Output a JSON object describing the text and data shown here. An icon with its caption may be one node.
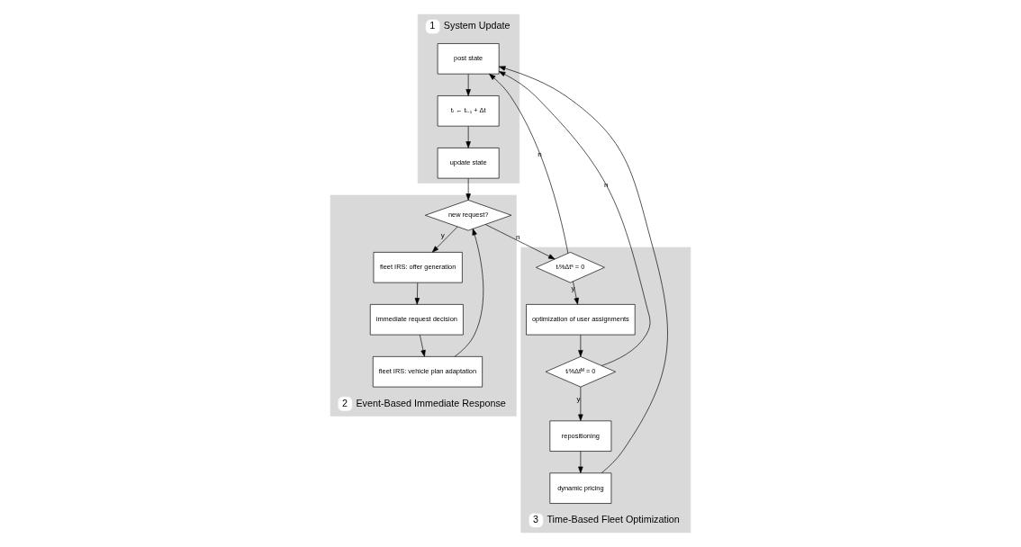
{
  "diagram": {
    "nodes": [
      {
        "text": [
          "1",
          "System Update"
        ]
      },
      {
        "text": [
          "post state"
        ],
        "in": 0
      },
      {
        "text": [
          "tᵢ ← tᵢ₋₁ + Δt"
        ],
        "in": 0
      },
      {
        "text": [
          "update state"
        ],
        "in": 0
      },
      {
        "text": [
          "2",
          "Event-Based Immediate Response"
        ]
      },
      {
        "text": [
          "new request?"
        ],
        "in": 4
      },
      {
        "text": [
          "fleet IRS: vehicle plan adaptation"
        ],
        "in": 4
      },
      {
        "text": [
          "immediate request decision"
        ],
        "in": 4
      },
      {
        "text": [
          "fleet IRS: offer generation"
        ],
        "in": 4
      },
      {
        "text": [
          "3",
          "Time-Based Fleet Optimization"
        ]
      },
      {
        "text": [
          "tᵢ%Δtˢ = 0"
        ],
        "in": 9
      },
      {
        "text": [
          "optimization of user assignments"
        ],
        "in": 9
      },
      {
        "text": [
          "tᵢ%Δtᴹ = 0"
        ],
        "in": 9
      },
      {
        "text": [
          "repositioning"
        ],
        "in": 9
      },
      {
        "text": [
          "dynamic pricing"
        ],
        "in": 9
      }
    ],
    "edges": [
      {
        "from": 1,
        "to": 2,
        "arrow": "to"
      },
      {
        "from": 2,
        "to": 3,
        "arrow": "to"
      },
      {
        "from": 3,
        "to": 5,
        "arrow": "to"
      },
      {
        "from": 5,
        "to": 10,
        "arrow": "to",
        "label": "n"
      },
      {
        "from": 5,
        "to": 8,
        "arrow": "to",
        "label": "y"
      },
      {
        "from": 8,
        "to": 7,
        "arrow": "to"
      },
      {
        "from": 7,
        "to": 6,
        "arrow": "to"
      },
      {
        "from": 6,
        "to": 5,
        "arrow": "to"
      },
      {
        "from": 10,
        "to": 1,
        "arrow": "to",
        "label": "n"
      },
      {
        "from": 10,
        "to": 11,
        "arrow": "to",
        "label": "y"
      },
      {
        "from": 11,
        "to": 12,
        "arrow": "to"
      },
      {
        "from": 12,
        "to": 1,
        "arrow": "to",
        "label": "n"
      },
      {
        "from": 12,
        "to": 13,
        "arrow": "to",
        "label": "y"
      },
      {
        "from": 13,
        "to": 14,
        "arrow": "to"
      },
      {
        "from": 14,
        "to": 1,
        "arrow": "to"
      }
    ]
  }
}
